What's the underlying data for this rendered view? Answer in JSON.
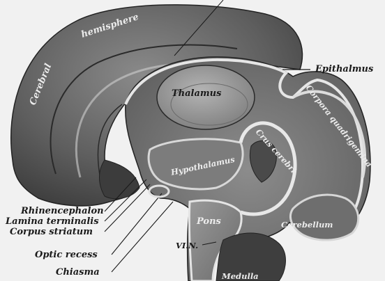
{
  "figure": {
    "labels": {
      "hemisphere_word1": "Cerebral",
      "hemisphere_word2": "hemisphere",
      "thalamus": "Thalamus",
      "epithalmus": "Epithalmus",
      "corpora": "Corpora quadrigemina",
      "crus": "Crus cerebri",
      "hypothalamus": "Hypothalamus",
      "pons": "Pons",
      "cerebellum": "Cerebellum",
      "medulla": "Medulla",
      "vi_n": "VI.N.",
      "rhinencephalon": "Rhinencephalon",
      "lamina": "Lamina terminalis",
      "corpus": "Corpus striatum",
      "optic_recess": "Optic recess",
      "chiasma": "Chiasma"
    }
  }
}
